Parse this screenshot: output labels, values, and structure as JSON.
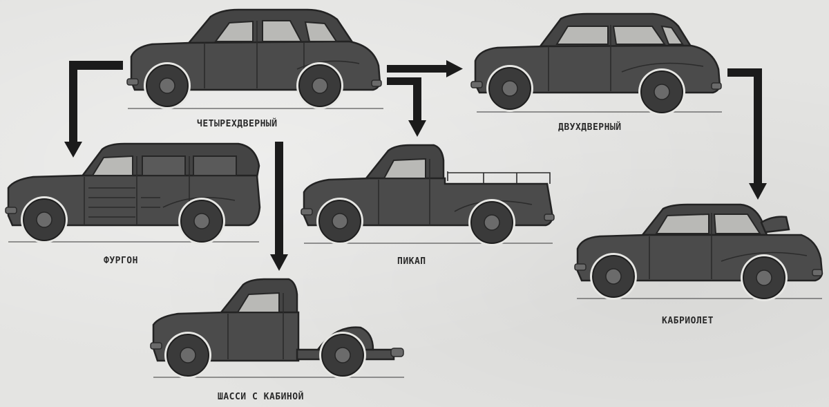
{
  "diagram": {
    "nodes": [
      {
        "id": "four-door",
        "label": "ЧЕТЫРЕХДВЕРНЫЙ"
      },
      {
        "id": "two-door",
        "label": "ДВУХДВЕРНЫЙ"
      },
      {
        "id": "van",
        "label": "ФУРГОН"
      },
      {
        "id": "pickup",
        "label": "ПИКАП"
      },
      {
        "id": "convertible",
        "label": "КАБРИОЛЕТ"
      },
      {
        "id": "chassis-cab",
        "label": "ШАССИ С КАБИНОЙ"
      }
    ],
    "edges": [
      {
        "from": "four-door",
        "to": "van"
      },
      {
        "from": "four-door",
        "to": "two-door"
      },
      {
        "from": "four-door",
        "to": "pickup"
      },
      {
        "from": "four-door",
        "to": "chassis-cab"
      },
      {
        "from": "two-door",
        "to": "convertible"
      }
    ]
  },
  "colors": {
    "paper": "#e4e4e2",
    "ink": "#1b1b1b",
    "body": "#4b4b4b"
  }
}
